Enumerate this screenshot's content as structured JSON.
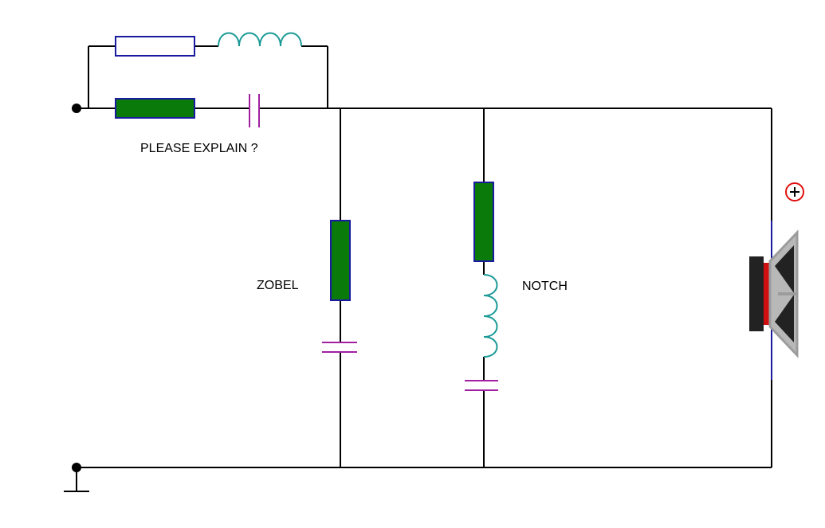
{
  "labels": {
    "series_branch": "PLEASE EXPLAIN ?",
    "zobel": "ZOBEL",
    "notch": "NOTCH"
  },
  "colors": {
    "wire": "#000000",
    "resistor_fill_green": "#0a7a0a",
    "resistor_outline": "#1a1aa0",
    "inductor": "#1a9a96",
    "capacitor": "#a020a0",
    "polarity_mark": "#e01010",
    "speaker_metal": "#9c9c9c",
    "speaker_dark": "#222222"
  },
  "icons": {
    "input_terminal": "terminal-dot",
    "ground": "ground-symbol",
    "polarity": "plus-in-circle",
    "load": "loudspeaker"
  }
}
